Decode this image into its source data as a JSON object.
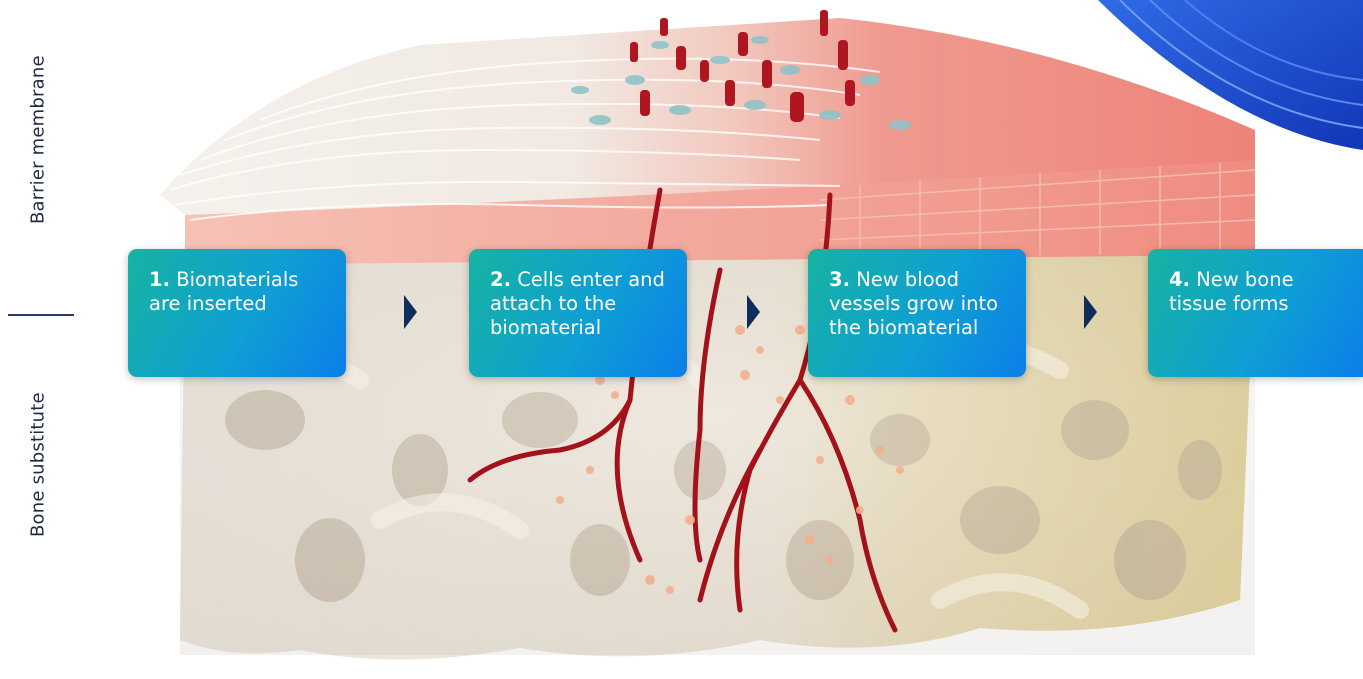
{
  "side_labels": {
    "top": "Barrier membrane",
    "bottom": "Bone substitute"
  },
  "steps": [
    {
      "number": "1.",
      "text": "Biomaterials are inserted"
    },
    {
      "number": "2.",
      "text": "Cells enter and attach to the biomaterial"
    },
    {
      "number": "3.",
      "text": "New blood vessels grow into the biomaterial"
    },
    {
      "number": "4.",
      "text": "New bone tissue forms"
    }
  ],
  "colors": {
    "box_gradient_start": "#16b3a1",
    "box_gradient_end": "#0b7fe8",
    "arrow": "#0d2d5c",
    "label_text": "#1f2a44",
    "vessel": "#a3121a",
    "membrane_pink": "#ef8a80",
    "fiber_white": "#f3eee6",
    "bone_white": "#ebe5dc",
    "bone_yellow": "#e6d8a6",
    "cell_teal": "#8fc3c8",
    "cell_peach": "#f2b08f",
    "corner_blue": "#1f4bd8"
  },
  "icons": {
    "step_arrow": "chevron-right-icon"
  }
}
